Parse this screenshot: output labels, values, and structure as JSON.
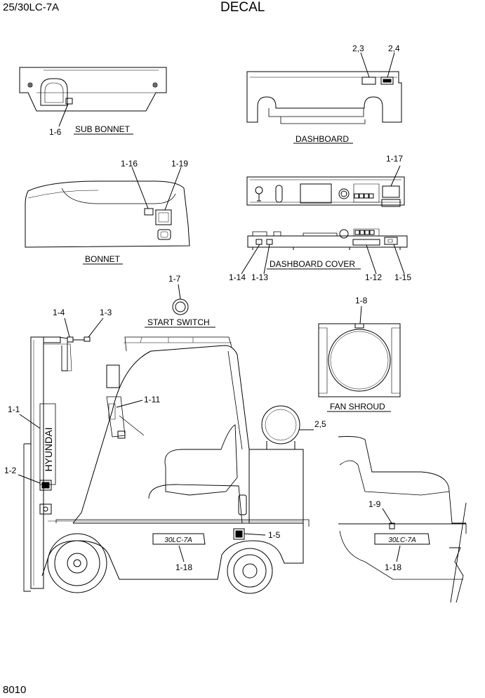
{
  "header": {
    "model": "25/30LC-7A",
    "title": "DECAL"
  },
  "footer": {
    "page_number": "8010"
  },
  "captions": {
    "sub_bonnet": "SUB BONNET",
    "dashboard": "DASHBOARD",
    "bonnet": "BONNET",
    "dashboard_cover": "DASHBOARD COVER",
    "start_switch": "START SWITCH",
    "fan_shroud": "FAN SHROUD"
  },
  "callouts": {
    "c1_6": "1-6",
    "c2_3": "2,3",
    "c2_4": "2,4",
    "c1_16": "1-16",
    "c1_19": "1-19",
    "c1_17": "1-17",
    "c1_14": "1-14",
    "c1_13": "1-13",
    "c1_12": "1-12",
    "c1_15": "1-15",
    "c1_7": "1-7",
    "c1_8": "1-8",
    "c1_4": "1-4",
    "c1_3": "1-3",
    "c1_1": "1-1",
    "c1_11": "1-11",
    "c2_5": "2,5",
    "c1_2": "1-2",
    "c1_5": "1-5",
    "c1_18_left": "1-18",
    "c1_9": "1-9",
    "c1_18_right": "1-18"
  },
  "mast_text": "HYUNDAI",
  "model_badge": "30LC-7A"
}
